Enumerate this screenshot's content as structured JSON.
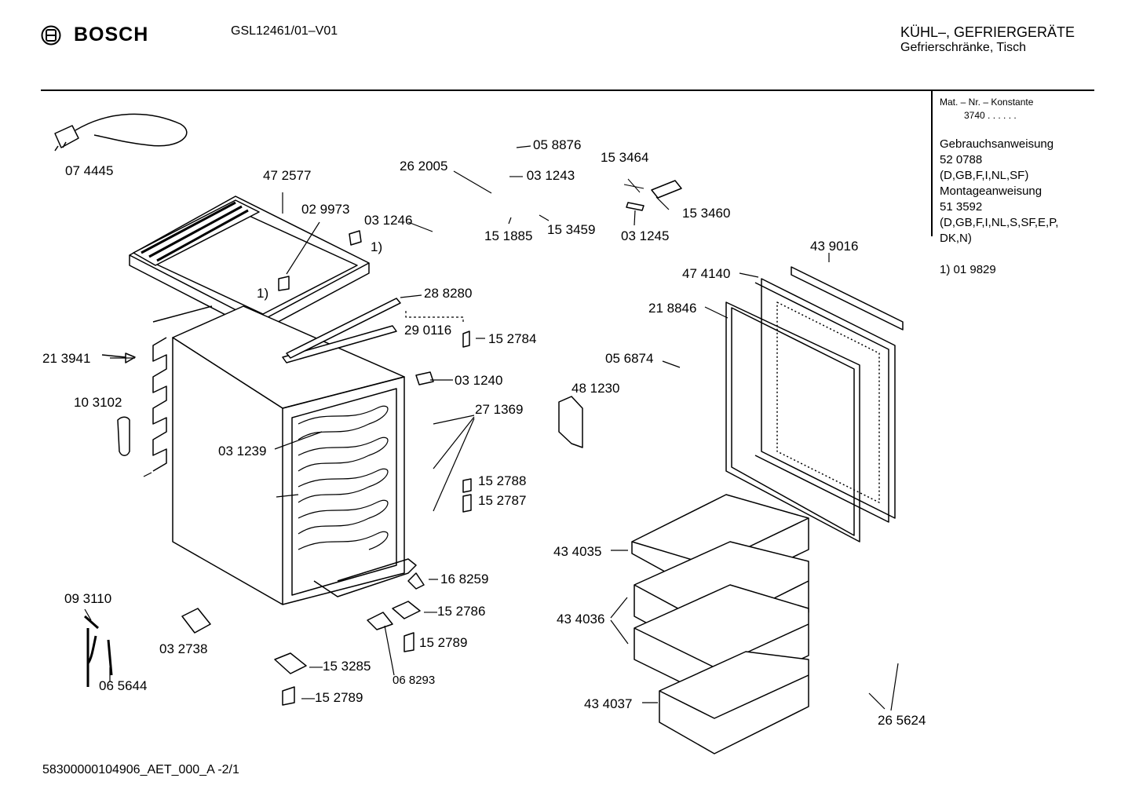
{
  "header": {
    "brand": "BOSCH",
    "model": "GSL12461/01–V01",
    "category_line1": "KÜHL–, GEFRIERGERÄTE",
    "category_line2": "Gefrierschränke, Tisch"
  },
  "sidebar": {
    "mat_label": "Mat. – Nr. – Konstante",
    "mat_value": "3740  .  .   .  .  .  .",
    "manual_label": "Gebrauchsanweisung",
    "manual_number": "52 0788",
    "manual_langs": "(D,GB,F,I,NL,SF)",
    "mount_label": "Montageanweisung",
    "mount_number": "51 3592",
    "mount_langs_1": "(D,GB,F,I,NL,S,SF,E,P,",
    "mount_langs_2": "DK,N)",
    "footnote": "1)  01 9829"
  },
  "parts": {
    "p074445": "07 4445",
    "p472577": "47 2577",
    "p029973": "02 9973",
    "p031246": "03 1246",
    "p262005": "26 2005",
    "p058876": "05 8876",
    "p031243": "— 03 1243",
    "p153464": "15 3464",
    "p153460": "15 3460",
    "p151885": "15 1885",
    "p153459": "15 3459",
    "p031245": "03 1245",
    "p1a": "1)",
    "p1b": "1)",
    "p288280": "28 8280",
    "p290116": "29 0116",
    "p152784": "15 2784",
    "p213941": "21 3941",
    "p031240": "03 1240",
    "p103102": "10 3102",
    "p271369": "27 1369",
    "p031239": "03 1239",
    "p152788": "15 2788",
    "p152787": "15 2787",
    "p168259": "16 8259",
    "p093110": "09 3110",
    "p152786": "—15 2786",
    "p032738": "03 2738",
    "p152789a": "15 2789",
    "p153285": "—15 3285",
    "p065644": "06 5644",
    "p068293": "06 8293",
    "p152789b": "—15 2789",
    "p439016": "43 9016",
    "p474140": "47 4140",
    "p218846": "21 8846",
    "p056874": "05 6874",
    "p481230": "48 1230",
    "p434035": "43 4035",
    "p434036": "43 4036",
    "p434037": "43 4037",
    "p265624": "26 5624"
  },
  "footer": {
    "doc_id": "58300000104906_AET_000_A  -2/1"
  }
}
